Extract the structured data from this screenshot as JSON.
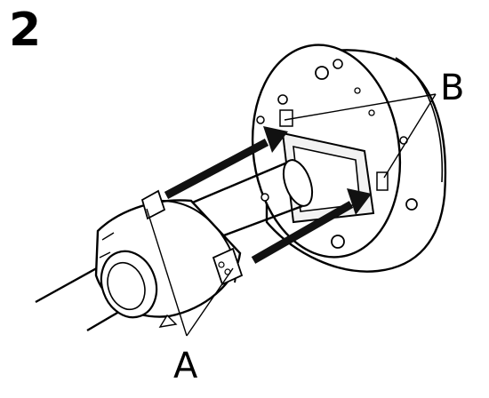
{
  "step": {
    "number": "2"
  },
  "callouts": {
    "a": "A",
    "b": "B"
  },
  "colors": {
    "ink": "#000000",
    "paper": "#ffffff",
    "shade": "#e6e6e6",
    "arrow": "#111111"
  },
  "icons": {
    "flange": "roll-holder-flange-icon",
    "spindle": "spindle-shaft-icon",
    "holder": "roll-holder-icon",
    "arrow": "insertion-arrow-icon"
  }
}
